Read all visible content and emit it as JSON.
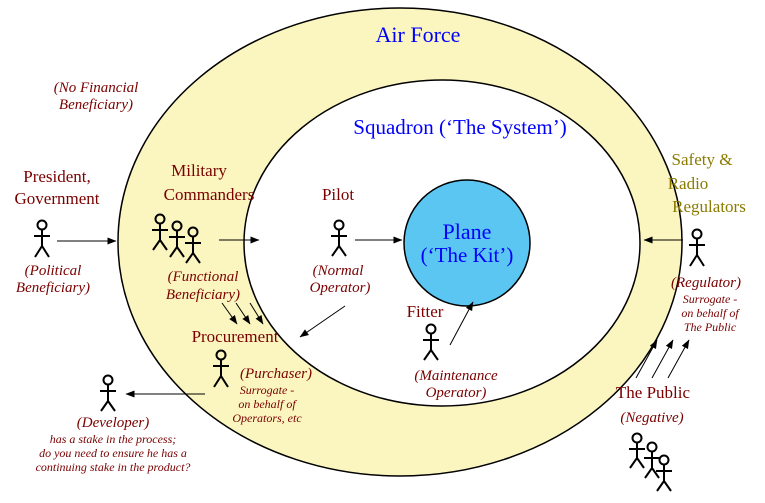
{
  "colors": {
    "outer_fill": "#fbf5c0",
    "inner_fill": "#ffffff",
    "plane_fill": "#5bc6f2",
    "ring_stroke": "#000000",
    "label_dark_red": "#7a0000",
    "label_blue": "#0000ff",
    "label_olive": "#8b7a00",
    "note_dark_red": "#7a0000"
  },
  "regions": {
    "air_force": "Air Force",
    "squadron": "Squadron (‘The System’)",
    "plane_line1": "Plane",
    "plane_line2": "(‘The Kit’)"
  },
  "labels": {
    "no_financial_line1": "(No Financial",
    "no_financial_line2": "Beneficiary)",
    "president_line1": "President,",
    "president_line2": "Government",
    "political_line1": "(Political",
    "political_line2": "Beneficiary)",
    "military_line1": "Military",
    "military_line2": "Commanders",
    "functional_line1": "(Functional",
    "functional_line2": "Beneficiary)",
    "procurement": "Procurement",
    "purchaser": "(Purchaser)",
    "surrogate_ops_line1": "Surrogate -",
    "surrogate_ops_line2": "on behalf of",
    "surrogate_ops_line3": "Operators, etc",
    "developer": "(Developer)",
    "developer_note_line1": "has a stake in the process;",
    "developer_note_line2": "do you need to ensure he has a",
    "developer_note_line3": "continuing stake in the product?",
    "pilot": "Pilot",
    "normal_op_line1": "(Normal",
    "normal_op_line2": "Operator)",
    "fitter": "Fitter",
    "maint_op_line1": "(Maintenance",
    "maint_op_line2": "Operator)",
    "safety_line1": "Safety &",
    "safety_line2": "Radio",
    "safety_line3": "Regulators",
    "regulator": "(Regulator)",
    "surrogate_pub_line1": "Surrogate -",
    "surrogate_pub_line2": "on behalf of",
    "surrogate_pub_line3": "The Public",
    "public": "The Public",
    "negative": "(Negative)"
  }
}
